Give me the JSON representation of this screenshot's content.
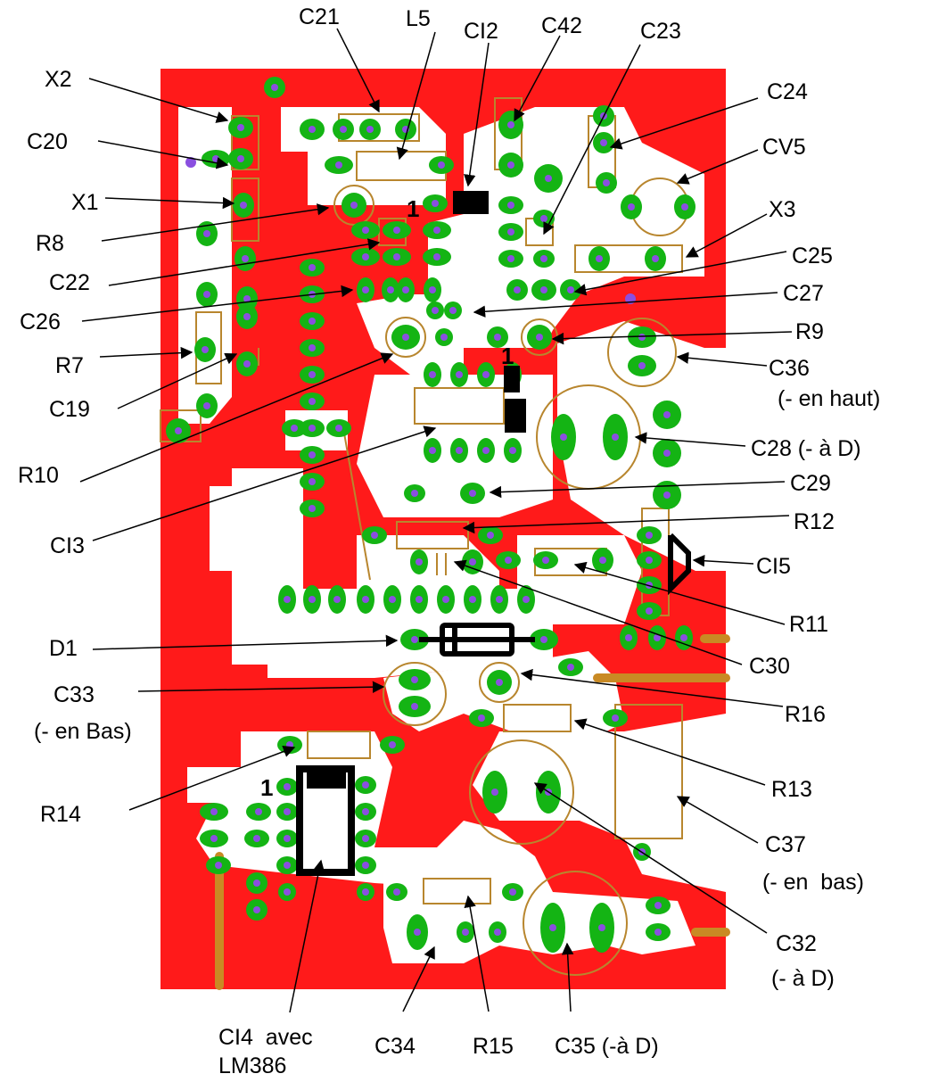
{
  "colors": {
    "board": "#ff1a1a",
    "copper_clear": "#ffffff",
    "pad": "#14b414",
    "drill": "#8a4fe0",
    "silkscreen": "#b8862e",
    "ic_marker": "#000000",
    "label_text": "#000000",
    "leader": "#000000"
  },
  "labels": {
    "c21": "C21",
    "l5": "L5",
    "ci2": "CI2",
    "c42": "C42",
    "c23": "C23",
    "x2": "X2",
    "c24": "C24",
    "c20": "C20",
    "cv5": "CV5",
    "x1": "X1",
    "x3": "X3",
    "r8": "R8",
    "c25": "C25",
    "c22": "C22",
    "c27": "C27",
    "c26": "C26",
    "r9": "R9",
    "r7": "R7",
    "c36": "C36",
    "c36_note": "(- en haut)",
    "c19": "C19",
    "c28": "C28 (- à D)",
    "r10": "R10",
    "c29": "C29",
    "r12": "R12",
    "ci3": "CI3",
    "ci5": "CI5",
    "r11": "R11",
    "d1": "D1",
    "c30": "C30",
    "c33": "C33",
    "c33_note": "(- en Bas)",
    "r16": "R16",
    "r13": "R13",
    "r14": "R14",
    "c37": "C37",
    "c37_note": "(- en  bas)",
    "c32": "C32",
    "c32_note": "(- à D)",
    "ci4": "CI4  avec",
    "ci4_note": "LM386",
    "c34": "C34",
    "r15": "R15",
    "c35": "C35 (-à D)"
  },
  "pin1_marks": [
    "1",
    "1",
    "1"
  ]
}
